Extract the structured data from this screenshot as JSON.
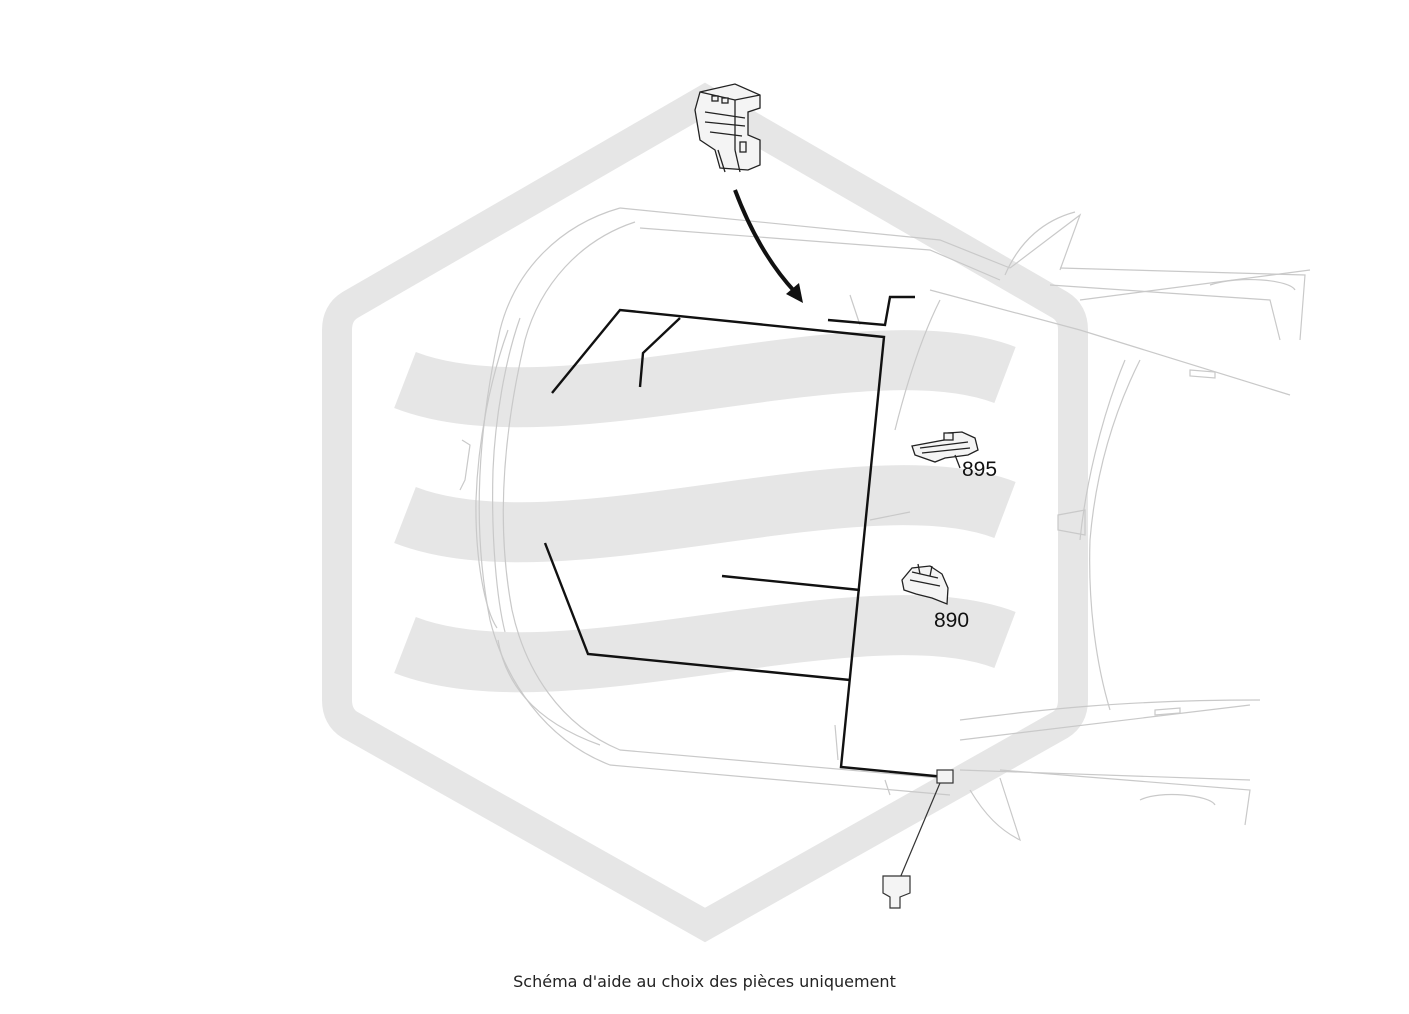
{
  "diagram": {
    "parts": [
      {
        "ref": "895"
      },
      {
        "ref": "890"
      }
    ]
  },
  "caption": "Schéma d'aide au choix des pièces uniquement",
  "colors": {
    "watermark": "#e6e6e6",
    "car_outline": "#c9c9c9",
    "harness": "#111111"
  }
}
